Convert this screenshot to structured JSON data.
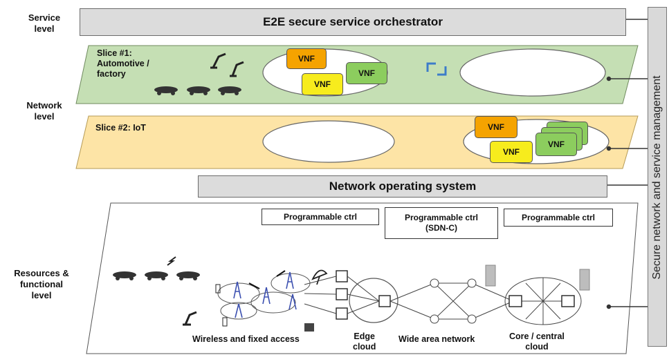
{
  "levels": {
    "service": "Service\nlevel",
    "network": "Network\nlevel",
    "resources": "Resources &\nfunctional\nlevel"
  },
  "bars": {
    "orchestrator": "E2E secure service orchestrator",
    "nos": "Network operating system"
  },
  "management": "Secure network and service management",
  "slices": {
    "slice1": "Slice #1:\nAutomotive /\nfactory",
    "slice2": "Slice #2: IoT"
  },
  "vnf_label": "VNF",
  "controllers": {
    "ctrl1": "Programmable ctrl",
    "ctrl2": "Programmable ctrl\n(SDN-C)",
    "ctrl3": "Programmable ctrl"
  },
  "bottom_labels": {
    "access": "Wireless and fixed access",
    "edge": "Edge\ncloud",
    "wan": "Wide area network",
    "core": "Core / central\ncloud"
  },
  "colors": {
    "slice1_fill": "#c5dfb4",
    "slice2_fill": "#fde4a6",
    "vnf_orange": "#f5a300",
    "vnf_yellow": "#f7ec1d",
    "vnf_green": "#8ccd5e",
    "bar_gray": "#dcdcdc"
  }
}
